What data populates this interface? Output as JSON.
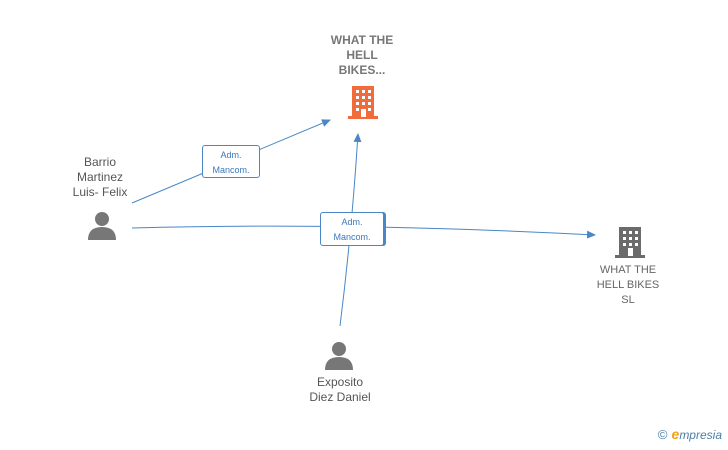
{
  "colors": {
    "edge": "#4a86c8",
    "company_main": "#f26b3a",
    "company": "#6b6b6b",
    "person": "#777777"
  },
  "nodes": {
    "company_main": {
      "label": "WHAT THE\nHELL\nBIKES...",
      "icon": "building-icon"
    },
    "company_sl": {
      "label": "WHAT THE\nHELL BIKES\nSL",
      "icon": "building-icon"
    },
    "person_barrio": {
      "label": "Barrio\nMartinez\nLuis-  Felix",
      "icon": "person-icon"
    },
    "person_exposito": {
      "label": "Exposito\nDiez Daniel",
      "icon": "person-icon"
    }
  },
  "relations": {
    "rel_upper": {
      "label": "Adm.\nMancom."
    },
    "rel_center": {
      "label": "Adm.\nMancom."
    }
  },
  "watermark": {
    "copyright": "©",
    "brand_initial": "e",
    "brand_rest": "mpresia"
  }
}
